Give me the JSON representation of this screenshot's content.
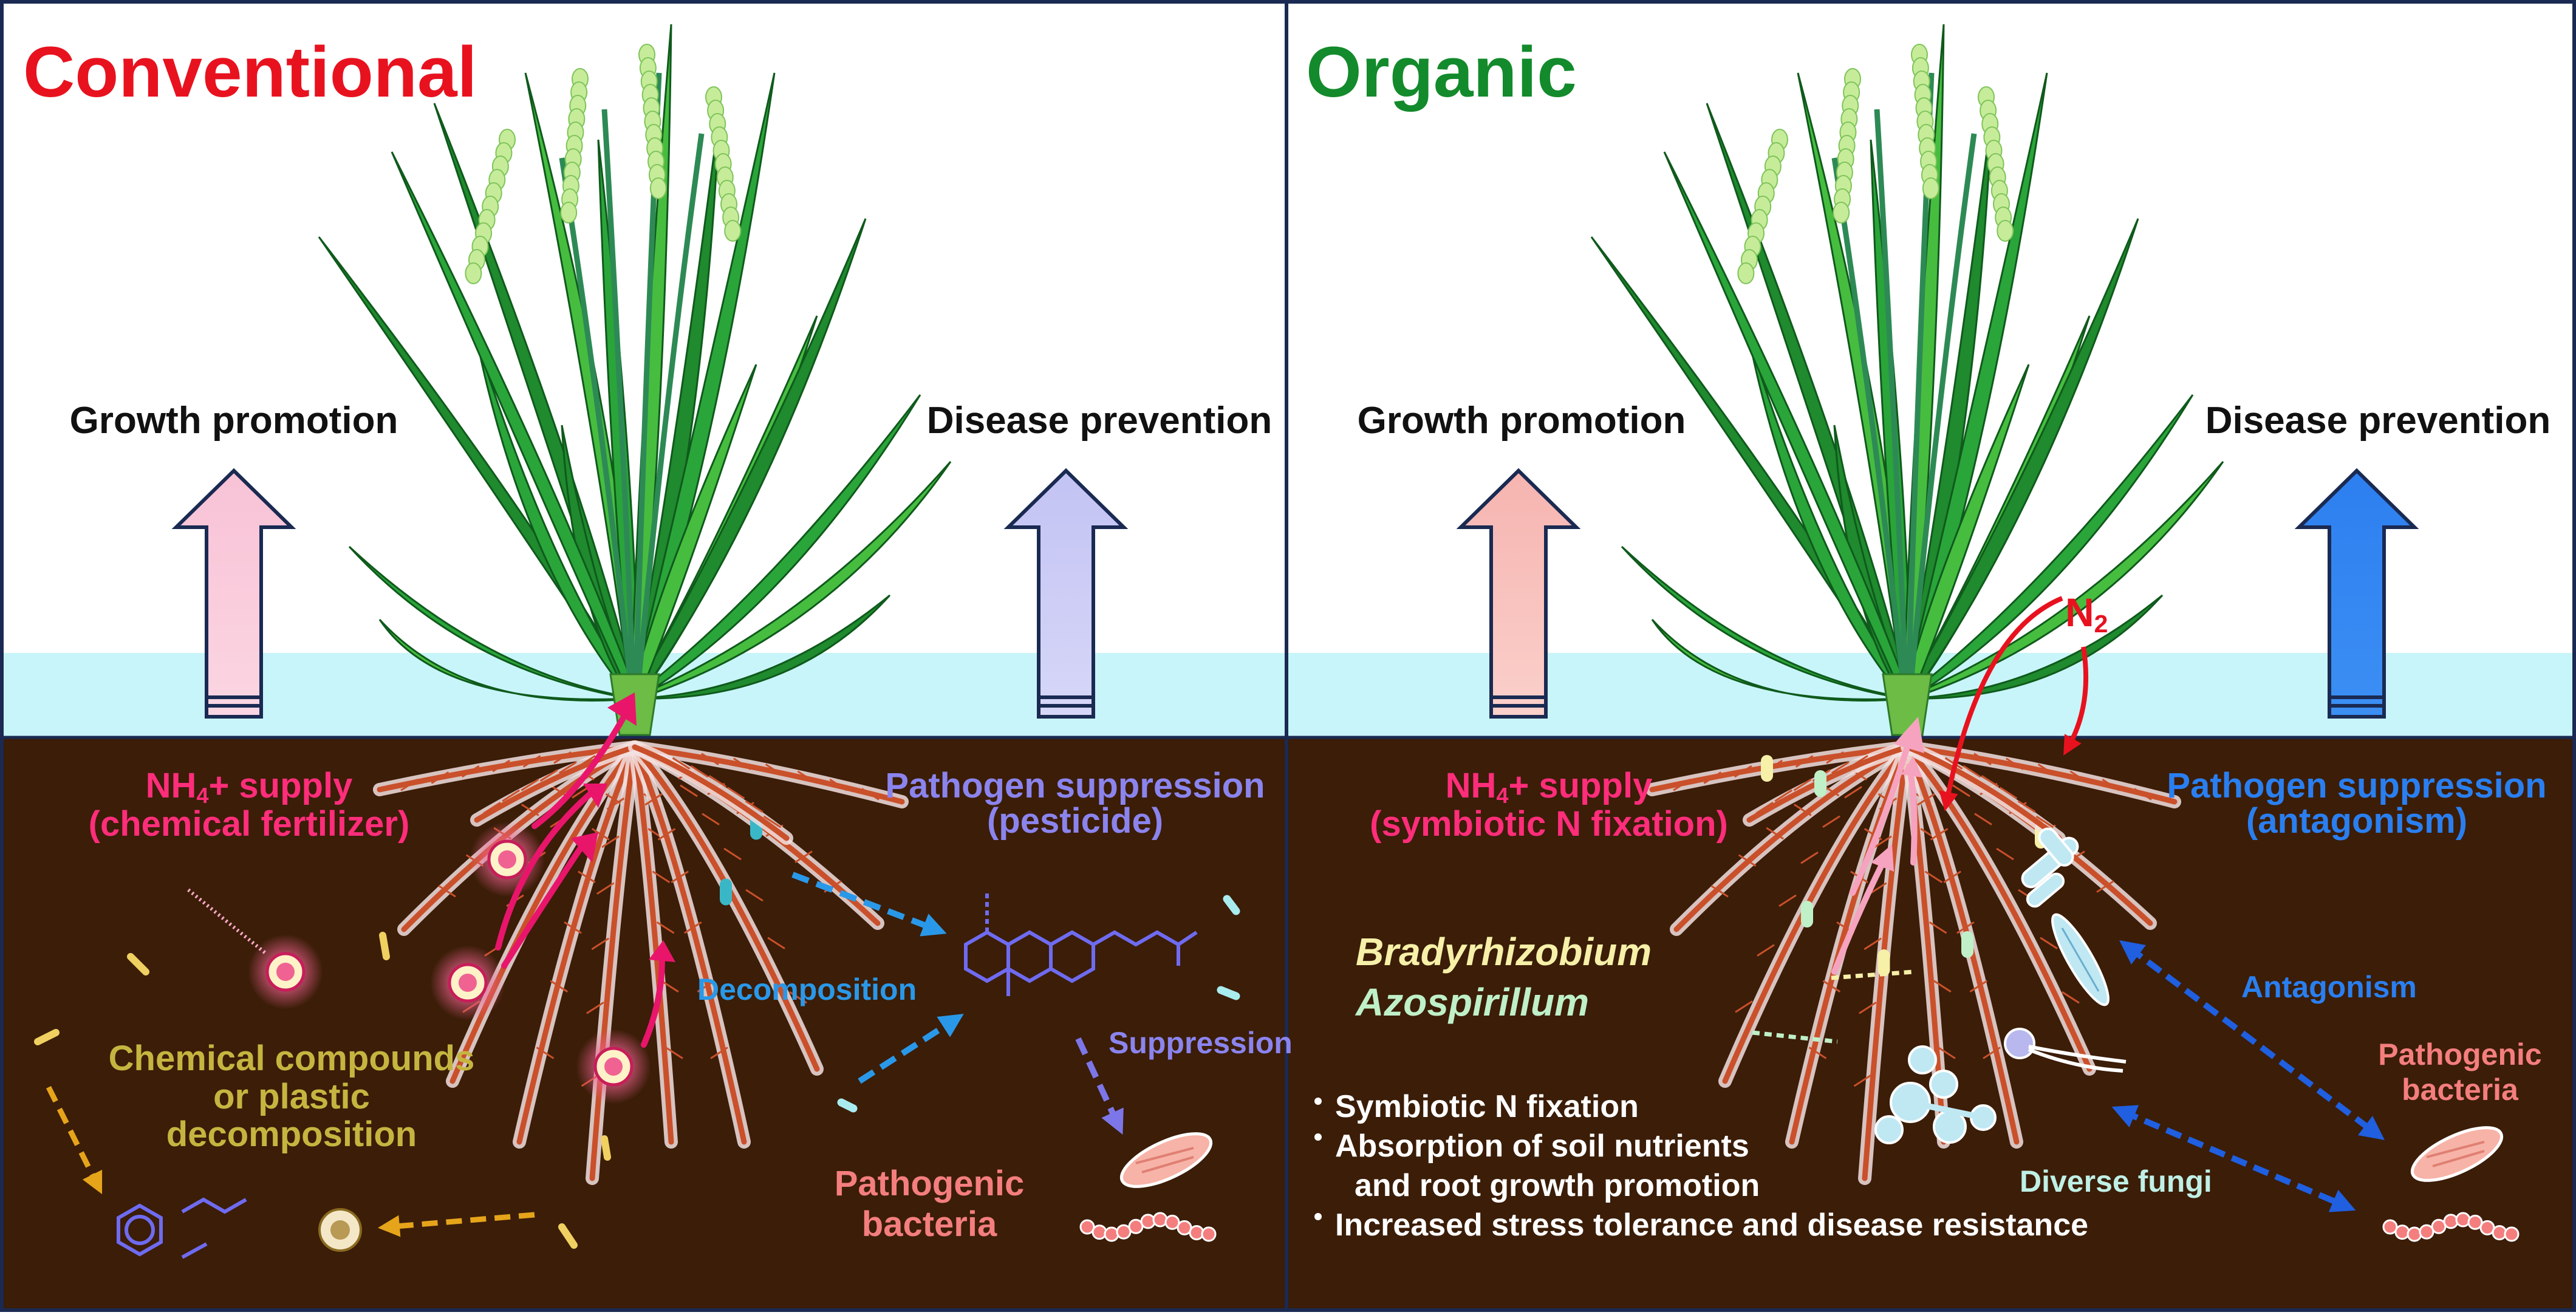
{
  "panels": {
    "conventional": {
      "title": "Conventional",
      "growth_label": "Growth promotion",
      "disease_label": "Disease prevention",
      "nh4_line1_prefix": "NH",
      "nh4_sub": "4",
      "nh4_line1_suffix": "+ supply",
      "nh4_line2": "(chemical fertilizer)",
      "pathogen_line1": "Pathogen suppression",
      "pathogen_line2": "(pesticide)",
      "decomposition": "Decomposition",
      "suppression": "Suppression",
      "chem_line1": "Chemical compounds",
      "chem_line2": "or plastic",
      "chem_line3": "decomposition",
      "patho_line1": "Pathogenic",
      "patho_line2": "bacteria"
    },
    "organic": {
      "title": "Organic",
      "growth_label": "Growth promotion",
      "disease_label": "Disease prevention",
      "n2_prefix": "N",
      "n2_sub": "2",
      "nh4_line1_prefix": "NH",
      "nh4_sub": "4",
      "nh4_line1_suffix": "+ supply",
      "nh4_line2": "(symbiotic N fixation)",
      "pathogen_line1": "Pathogen suppression",
      "pathogen_line2": "(antagonism)",
      "bradyrhizobium": "Bradyrhizobium",
      "azospirillum": "Azospirillum",
      "antagonism": "Antagonism",
      "patho_line1": "Pathogenic",
      "patho_line2": "bacteria",
      "diverse_fungi": "Diverse fungi",
      "bullets": [
        "Symbiotic N fixation",
        "Absorption of soil nutrients",
        "and root growth promotion",
        "Increased stress tolerance and disease resistance"
      ]
    }
  },
  "colors": {
    "conventional_title": "#e8121f",
    "organic_title": "#138a2b",
    "soil": "#3b1d08",
    "water": "#c8f5fa",
    "border": "#1a2a52",
    "nh4": "#e8156b",
    "pathogen_conv": "#8b84ee",
    "pathogen_org": "#2a7ff0",
    "chem": "#c5b540",
    "patho_bacteria": "#f47e7e",
    "decomp": "#2a98e8",
    "brady": "#f6f0a8",
    "azo": "#bff0c8"
  }
}
